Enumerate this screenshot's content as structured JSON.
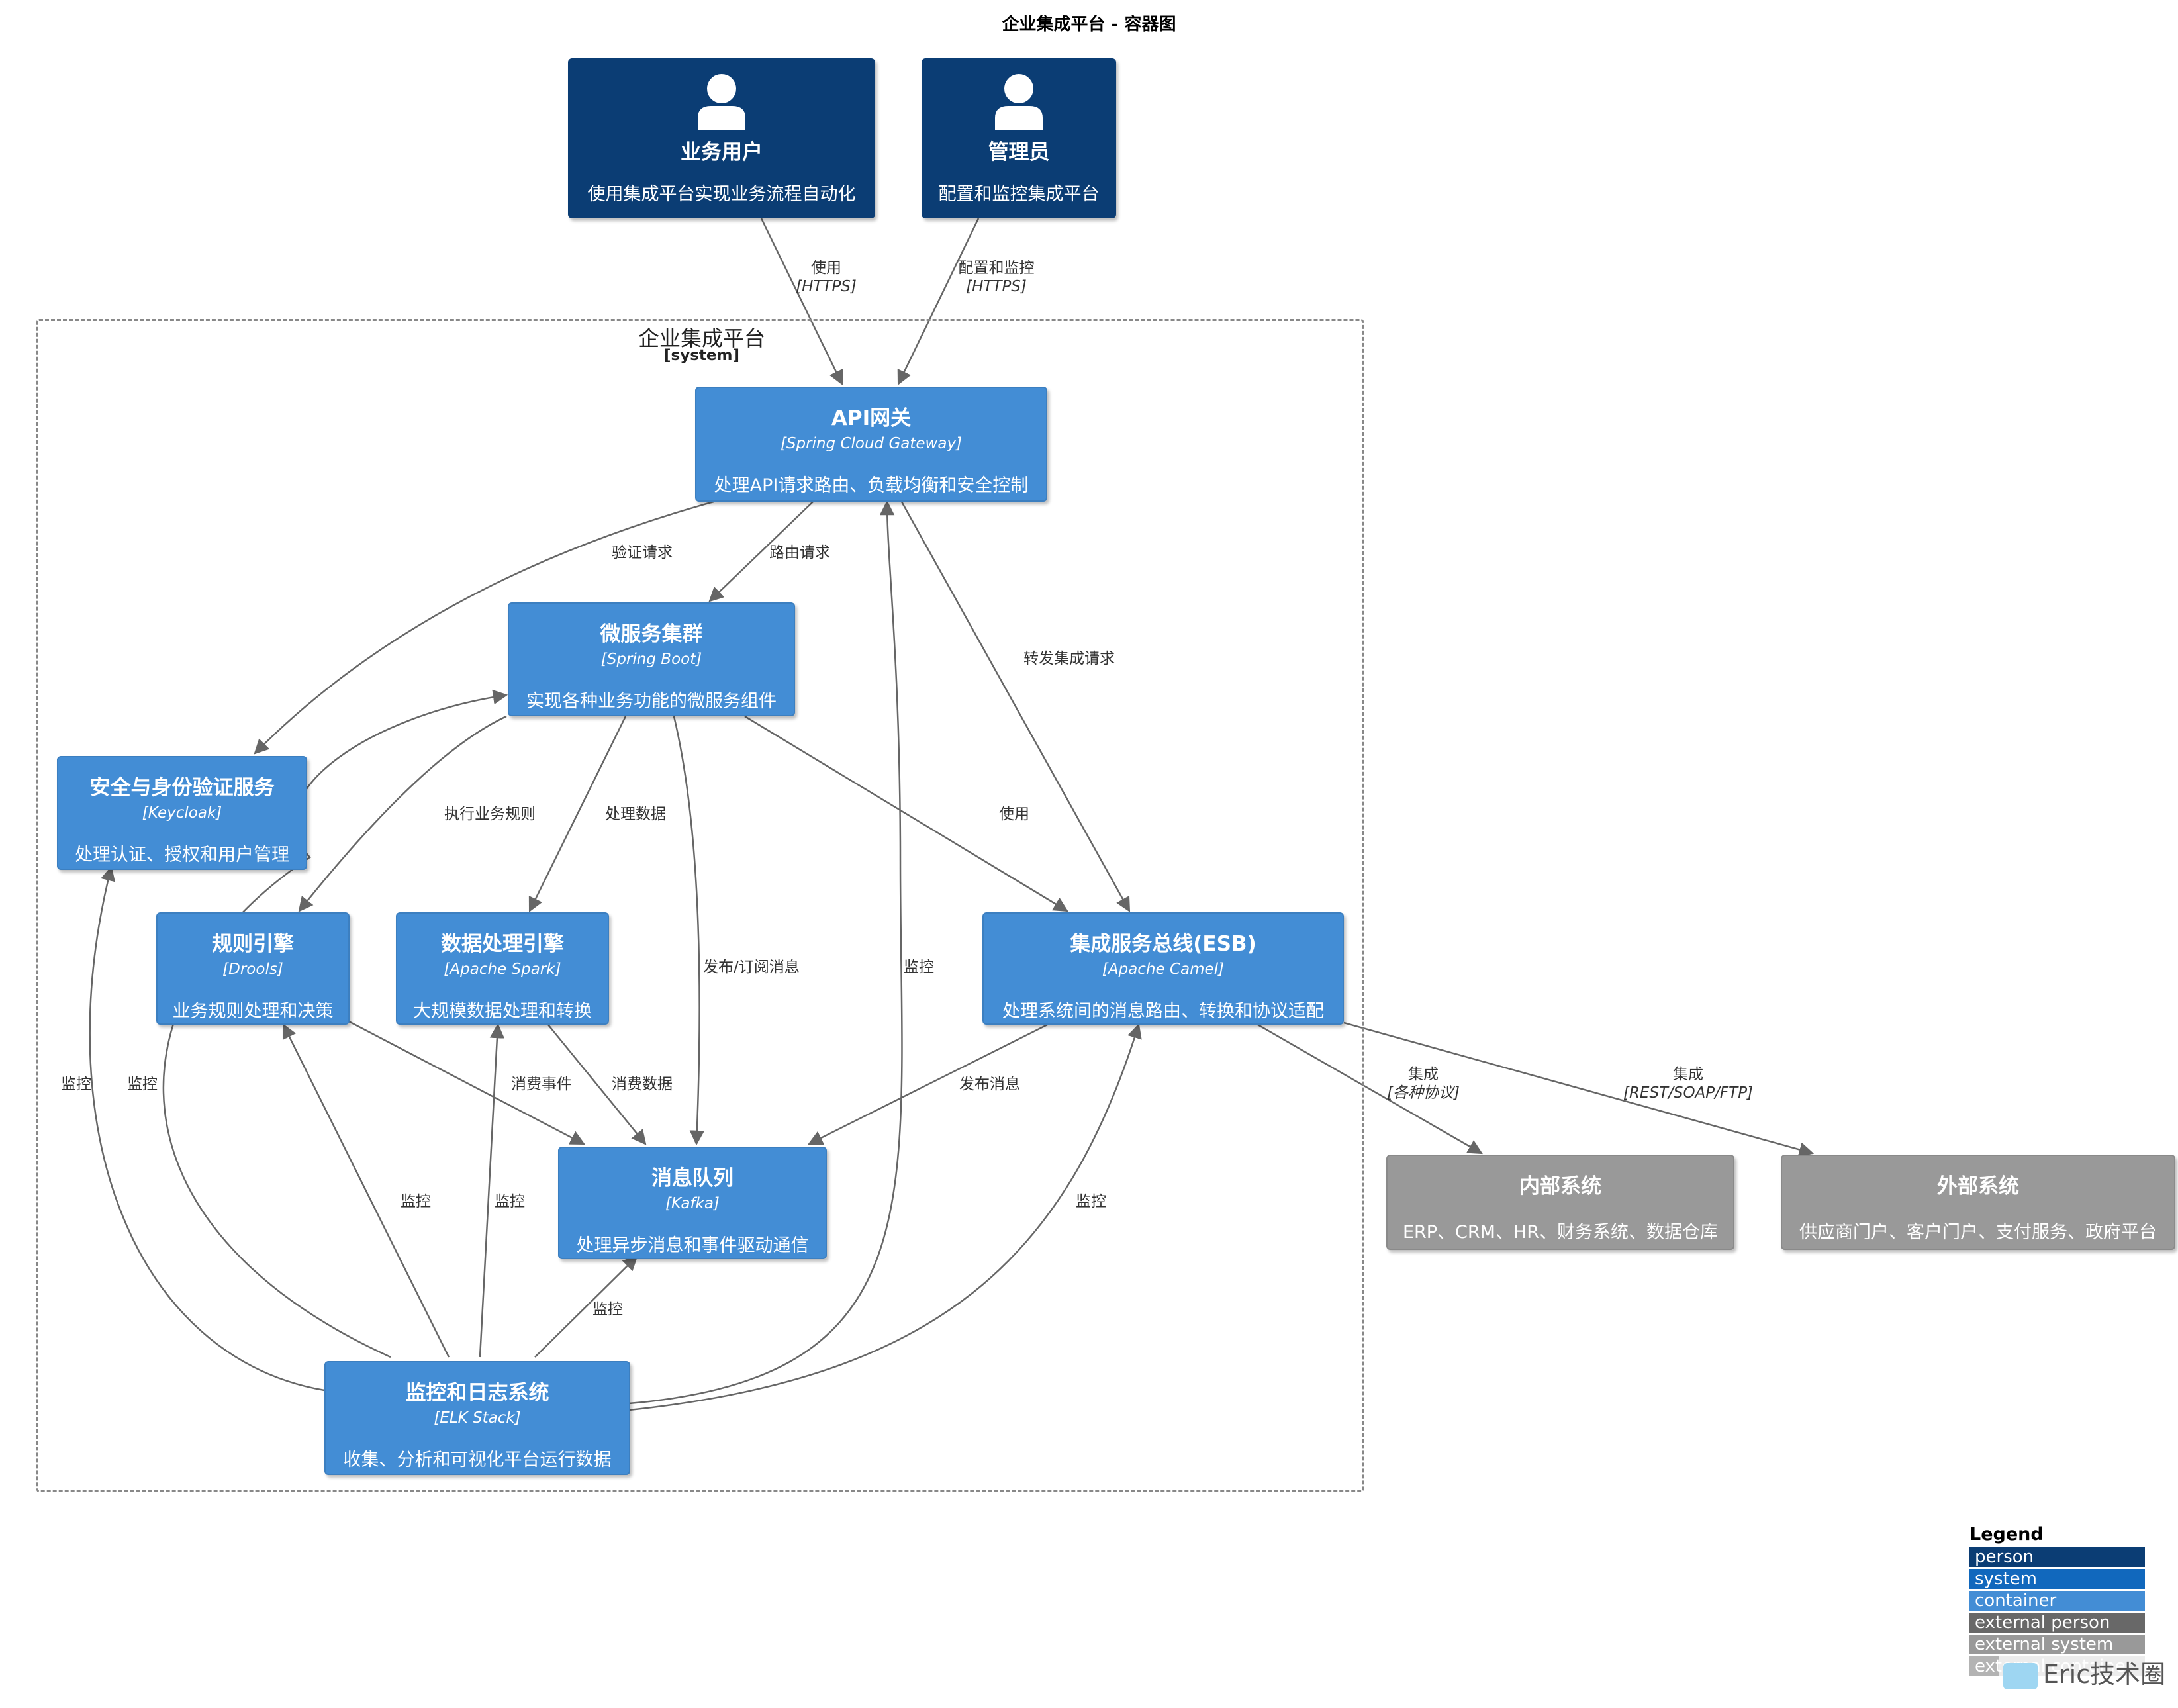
{
  "title": "企业集成平台 - 容器图",
  "colors": {
    "person": "#0b3d74",
    "system": "#1168bd",
    "container": "#438dd5",
    "external_person": "#686868",
    "external_system": "#999999",
    "external_container": "#b3b3b3",
    "edge": "#666666"
  },
  "persons": {
    "business_user": {
      "name": "业务用户",
      "desc": "使用集成平台实现业务流程自动化",
      "icon": "person-icon"
    },
    "admin": {
      "name": "管理员",
      "desc": "配置和监控集成平台",
      "icon": "person-icon"
    }
  },
  "boundary": {
    "name": "企业集成平台",
    "type": "[system]"
  },
  "containers": {
    "api_gateway": {
      "name": "API网关",
      "tech": "[Spring Cloud Gateway]",
      "desc": "处理API请求路由、负载均衡和安全控制"
    },
    "microservices": {
      "name": "微服务集群",
      "tech": "[Spring Boot]",
      "desc": "实现各种业务功能的微服务组件"
    },
    "security": {
      "name": "安全与身份验证服务",
      "tech": "[Keycloak]",
      "desc": "处理认证、授权和用户管理"
    },
    "rules": {
      "name": "规则引擎",
      "tech": "[Drools]",
      "desc": "业务规则处理和决策"
    },
    "data_processing": {
      "name": "数据处理引擎",
      "tech": "[Apache Spark]",
      "desc": "大规模数据处理和转换"
    },
    "esb": {
      "name": "集成服务总线(ESB)",
      "tech": "[Apache Camel]",
      "desc": "处理系统间的消息路由、转换和协议适配"
    },
    "mq": {
      "name": "消息队列",
      "tech": "[Kafka]",
      "desc": "处理异步消息和事件驱动通信"
    },
    "monitoring": {
      "name": "监控和日志系统",
      "tech": "[ELK Stack]",
      "desc": "收集、分析和可视化平台运行数据"
    }
  },
  "external_systems": {
    "internal": {
      "name": "内部系统",
      "desc": "ERP、CRM、HR、财务系统、数据仓库"
    },
    "external": {
      "name": "外部系统",
      "desc": "供应商门户、客户门户、支付服务、政府平台"
    }
  },
  "relationships": [
    {
      "label": "使用",
      "tech": "[HTTPS]"
    },
    {
      "label": "配置和监控",
      "tech": "[HTTPS]"
    },
    {
      "label": "验证请求"
    },
    {
      "label": "路由请求"
    },
    {
      "label": "转发集成请求"
    },
    {
      "label": "执行业务规则"
    },
    {
      "label": "处理数据"
    },
    {
      "label": "发布/订阅消息"
    },
    {
      "label": "使用"
    },
    {
      "label": "消费事件"
    },
    {
      "label": "消费数据"
    },
    {
      "label": "发布消息"
    },
    {
      "label": "集成",
      "tech": "[各种协议]"
    },
    {
      "label": "集成",
      "tech": "[REST/SOAP/FTP]"
    },
    {
      "label": "监控"
    },
    {
      "label": "监控"
    },
    {
      "label": "监控"
    },
    {
      "label": "监控"
    },
    {
      "label": "监控"
    },
    {
      "label": "监控"
    },
    {
      "label": "监控"
    }
  ],
  "legend": {
    "title": "Legend",
    "items": [
      "person",
      "system",
      "container",
      "external person",
      "external system",
      "external container"
    ]
  },
  "watermark": "Eric技术圈"
}
